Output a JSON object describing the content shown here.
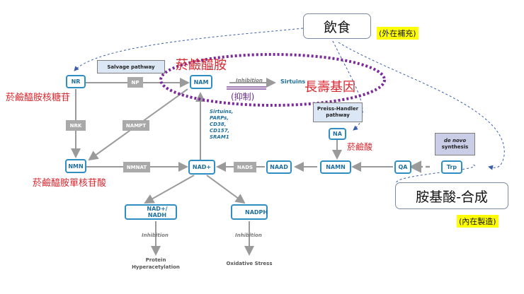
{
  "nodes": {
    "nr": "NR",
    "nam": "NAM",
    "nmn": "NMN",
    "nad_plus": "NAD+",
    "naad": "NAAD",
    "namn": "NAMN",
    "qa": "QA",
    "trp": "Trp",
    "na": "NA",
    "sirtuins": "Sirtuins",
    "nad_nadh": "NAD+/ NADH",
    "nadph": "NADPH"
  },
  "enzymes": {
    "np": "NP",
    "nrk": "NRK",
    "nampt": "NAMPT",
    "nmnat": "NMNAT",
    "nads": "NADS"
  },
  "pathways": {
    "salvage": "Salvage pathway",
    "preiss_handler": "Preiss-Handler pathway",
    "de_novo_line1": "de novo",
    "de_novo_line2": "synthesis"
  },
  "labels": {
    "inhibition_top": "Inhibition",
    "inhibition_left": "Inhibition",
    "inhibition_right": "Inhibition",
    "protein_line1": "Protein",
    "protein_line2": "Hyperacetylation",
    "oxidative_stress": "Oxidative Stress",
    "consumers": [
      "Sirtuins,",
      "PARPs,",
      "CD38,",
      "CD157,",
      "SRAM1"
    ]
  },
  "annotations": {
    "diet": "飲食",
    "external_supply": "(外在補充)",
    "amino_acid_synthesis": "胺基酸-合成",
    "internal_production": "(內在製造)",
    "nicotinamide": "菸鹼醯胺",
    "inhibit": "(抑制)",
    "longevity_gene": "長壽基因",
    "nicotinic_acid": "菸鹼酸",
    "nr_cn": "菸鹼醯胺核糖苷",
    "nmn_cn": "菸鹼醯胺單核苷酸"
  },
  "colors": {
    "node_border": "#2f8fc4",
    "node_text": "#1f6f9e",
    "enzyme_bg": "#a9a9a9",
    "annotation_red": "#d8262e",
    "ellipse_purple": "#7a2a9a",
    "highlight_yellow": "#ffff00",
    "pathway_bg": "#dce7f5"
  }
}
